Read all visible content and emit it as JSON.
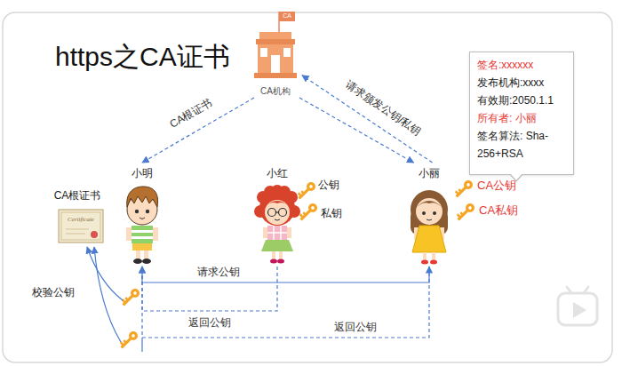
{
  "diagram": {
    "title": "https之CA证书",
    "nodes": [
      {
        "text": [
          "CA机构"
        ]
      },
      {
        "text": [
          "小明"
        ]
      },
      {
        "text": [
          "小红"
        ]
      },
      {
        "text": [
          "小丽"
        ]
      },
      {
        "text": [
          "签名:xxxxxx",
          "发布机构:xxxx",
          "有效期:2050.1.1",
          "所有者: 小丽",
          "签名算法: Sha-256+RSA"
        ]
      },
      {
        "text": [
          "CA根证书"
        ]
      }
    ],
    "edges": [
      {
        "from": 0,
        "to": 1,
        "label": "CA根证书",
        "arrow": "to"
      },
      {
        "from": 3,
        "to": 0,
        "label": "请求颁发公钥/私钥",
        "arrow": "to"
      },
      {
        "from": 0,
        "to": 3,
        "arrow": "to"
      },
      {
        "from": 1,
        "to": 3,
        "label": "请求公钥",
        "arrow": "to"
      },
      {
        "from": 2,
        "to": 1,
        "label": "返回公钥",
        "arrow": "to"
      },
      {
        "from": 3,
        "to": 1,
        "label": "返回公钥",
        "arrow": "to"
      }
    ],
    "labels": [
      "CA",
      "公钥",
      "私钥",
      "CA公钥",
      "CA私钥",
      "Certificate",
      "校验公钥"
    ]
  }
}
